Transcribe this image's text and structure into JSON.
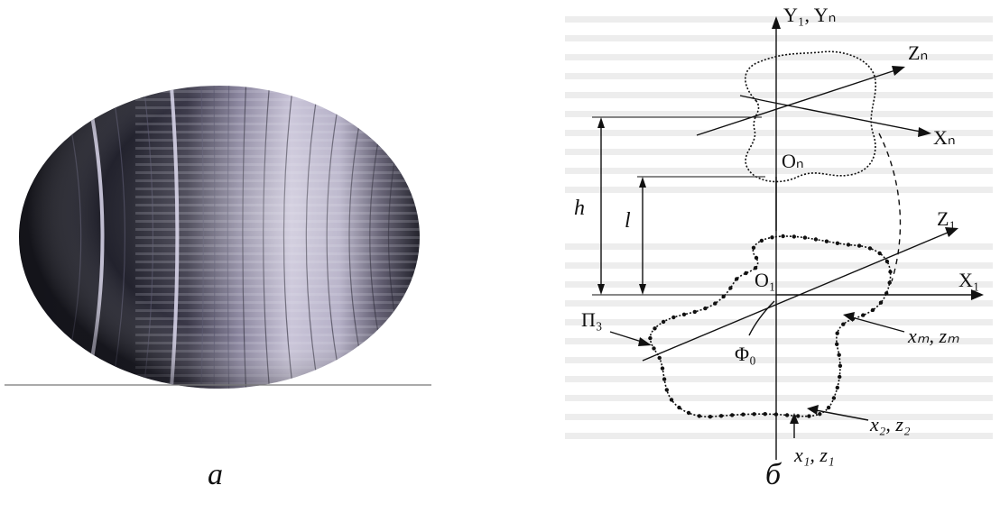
{
  "figure_a": {
    "caption": "а"
  },
  "figure_b": {
    "caption": "б",
    "labels": {
      "y_axis": "Y₁, Yₙ",
      "zn_axis": "Zₙ",
      "xn_axis": "Xₙ",
      "on_origin": "Oₙ",
      "z1_axis": "Z₁",
      "x1_axis": "X₁",
      "o1_origin": "O₁",
      "h_dim": "h",
      "l_dim": "l",
      "pi_plane": "П₃",
      "phi_angle": "Φ₀",
      "xm_zm": "xₘ, zₘ",
      "x2_z2": "x₂, z₂",
      "x1_z1": "x₁, z₁"
    }
  },
  "colors": {
    "ink": "#111111",
    "ellipsoid_dark": "#202029",
    "ellipsoid_light": "#c8c3d6",
    "background_text": "#8c8c8c"
  }
}
